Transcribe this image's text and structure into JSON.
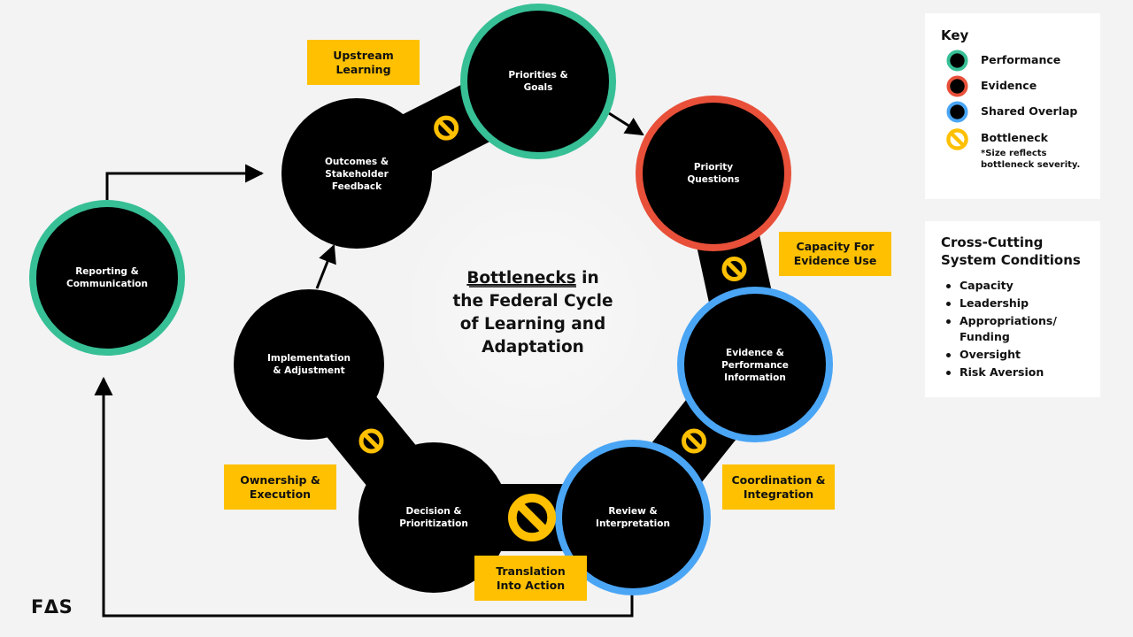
{
  "title": {
    "underlined": "Bottlenecks",
    "line1_rest": " in",
    "line2": "the Federal Cycle",
    "line3": "of Learning and",
    "line4": "Adaptation"
  },
  "colors": {
    "performance": "#37bf95",
    "evidence": "#e8503a",
    "shared_overlap": "#4aa5f5",
    "bottleneck": "#fec000",
    "node_fill": "#000000",
    "background": "#f3f3f3"
  },
  "nodes": [
    {
      "id": "priorities",
      "lines": [
        "Priorities &",
        "Goals"
      ],
      "type": "performance"
    },
    {
      "id": "questions",
      "lines": [
        "Priority",
        "Questions"
      ],
      "type": "evidence"
    },
    {
      "id": "evidence",
      "lines": [
        "Evidence &",
        "Performance",
        "Information"
      ],
      "type": "shared_overlap"
    },
    {
      "id": "review",
      "lines": [
        "Review &",
        "Interpretation"
      ],
      "type": "shared_overlap"
    },
    {
      "id": "decision",
      "lines": [
        "Decision &",
        "Prioritization"
      ],
      "type": "none"
    },
    {
      "id": "implementation",
      "lines": [
        "Implementation",
        "& Adjustment"
      ],
      "type": "none"
    },
    {
      "id": "outcomes",
      "lines": [
        "Outcomes &",
        "Stakeholder",
        "Feedback"
      ],
      "type": "none"
    },
    {
      "id": "reporting",
      "lines": [
        "Reporting &",
        "Communication"
      ],
      "type": "performance"
    }
  ],
  "bottlenecks": [
    {
      "between": [
        "outcomes",
        "priorities"
      ],
      "label": "Upstream\nLearning",
      "severity": "small"
    },
    {
      "between": [
        "questions",
        "evidence"
      ],
      "label": "Capacity For\nEvidence Use",
      "severity": "small"
    },
    {
      "between": [
        "evidence",
        "review"
      ],
      "label": "Coordination &\nIntegration",
      "severity": "small"
    },
    {
      "between": [
        "review",
        "decision"
      ],
      "label": "Translation\nInto Action",
      "severity": "large"
    },
    {
      "between": [
        "decision",
        "implementation"
      ],
      "label": "Ownership &\nExecution",
      "severity": "small"
    }
  ],
  "key": {
    "heading": "Key",
    "items": [
      {
        "label": "Performance",
        "type": "performance"
      },
      {
        "label": "Evidence",
        "type": "evidence"
      },
      {
        "label": "Shared Overlap",
        "type": "shared_overlap"
      },
      {
        "label": "Bottleneck",
        "type": "bottleneck",
        "note": "*Size reflects bottleneck severity."
      }
    ]
  },
  "conditions": {
    "heading_line1": "Cross-Cutting",
    "heading_line2": "System Conditions",
    "items": [
      "Capacity",
      "Leadership",
      "Appropriations/ Funding",
      "Oversight",
      "Risk Aversion"
    ]
  },
  "logo": "FΔS"
}
